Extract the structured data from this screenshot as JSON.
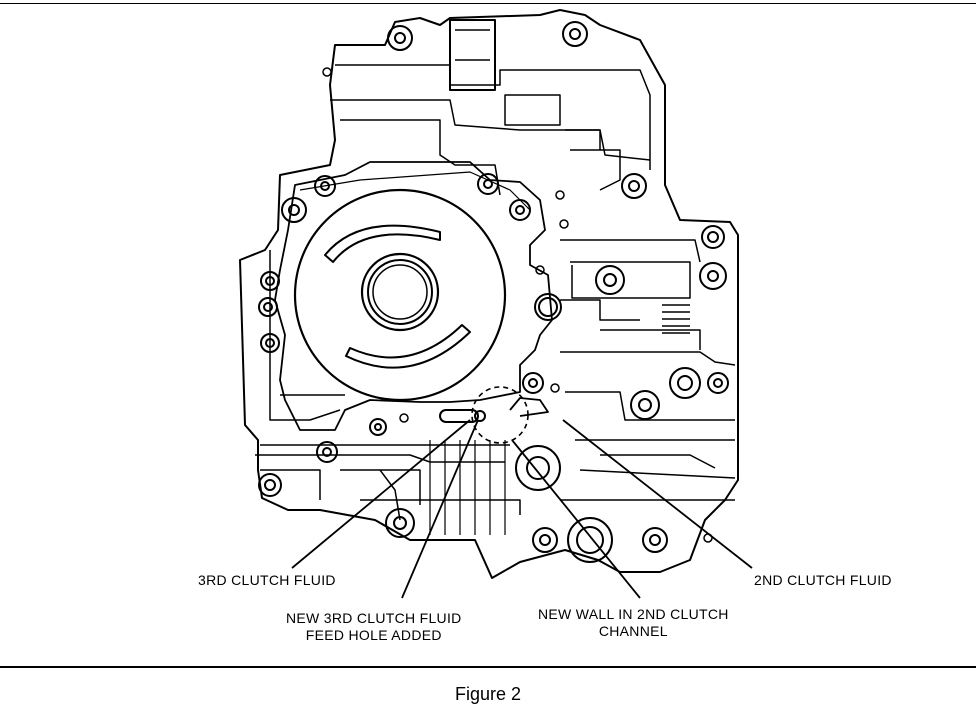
{
  "labels": {
    "third_clutch_fluid": "3RD CLUTCH FLUID",
    "new_feed_hole_line1": "NEW 3RD CLUTCH FLUID",
    "new_feed_hole_line2": "FEED HOLE ADDED",
    "new_wall_line1": "NEW WALL IN 2ND CLUTCH",
    "new_wall_line2": "CHANNEL",
    "second_clutch_fluid": "2ND CLUTCH FLUID"
  },
  "caption": "Figure 2"
}
